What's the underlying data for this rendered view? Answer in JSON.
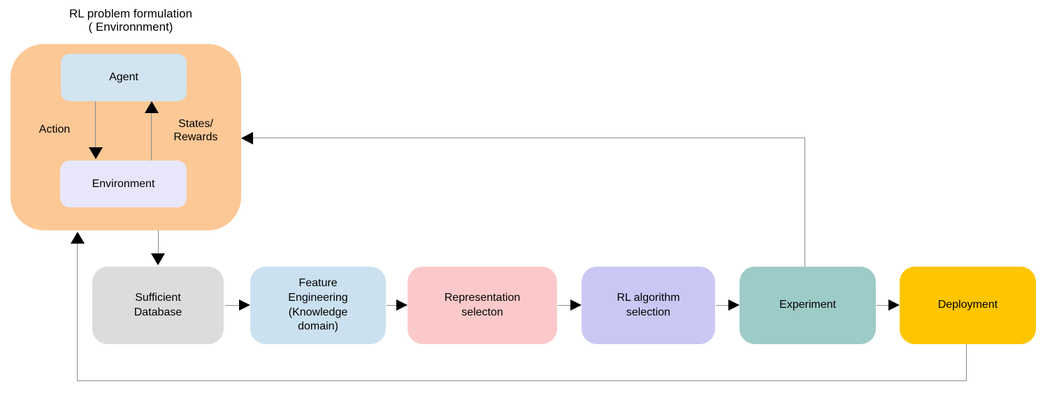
{
  "title": "RL problem formulation\n( Environnment)",
  "formulation": {
    "container_color": "#FCC896",
    "agent": {
      "label": "Agent",
      "color": "#D2E4F0"
    },
    "environment": {
      "label": "Environment",
      "color": "#E8E6FA"
    },
    "action_label": "Action",
    "states_rewards_label": "States/\nRewards"
  },
  "pipeline": [
    {
      "label": "Sufficient\nDatabase",
      "color": "#DCDCDC"
    },
    {
      "label": "Feature\nEngineering\n(Knowledge\ndomain)",
      "color": "#CBE1F0"
    },
    {
      "label": "Representation\nselecton",
      "color": "#FBC9C9"
    },
    {
      "label": "RL algorithm\nselection",
      "color": "#CBC7F5"
    },
    {
      "label": "Experiment",
      "color": "#9DCBC8"
    },
    {
      "label": "Deployment",
      "color": "#FEC601"
    }
  ],
  "style": {
    "background": "#FFFFFF",
    "text_color": "#000000",
    "line_color": "#8C8C8C",
    "arrowhead_color": "#000000"
  }
}
